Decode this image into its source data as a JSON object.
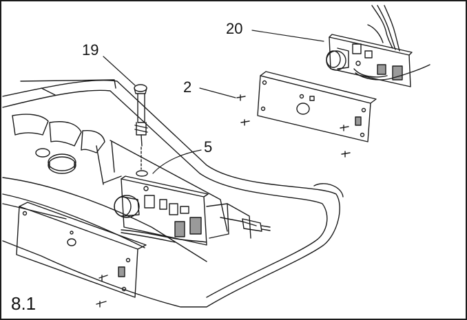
{
  "figure": {
    "label": "8.1"
  },
  "callouts": {
    "part_19": "19",
    "part_20": "20",
    "part_2": "2",
    "part_5": "5"
  },
  "colors": {
    "line": "#1a1a1a",
    "background": "#ffffff",
    "shade": "#9a9a9a"
  }
}
